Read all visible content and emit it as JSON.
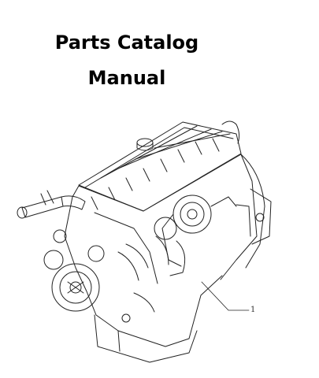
{
  "title_line1": "Parts Catalog",
  "title_line2": "Manual",
  "callout_number": "1",
  "figure": {
    "icon": "engine-assembly-illustration",
    "line_color": "#222222"
  }
}
